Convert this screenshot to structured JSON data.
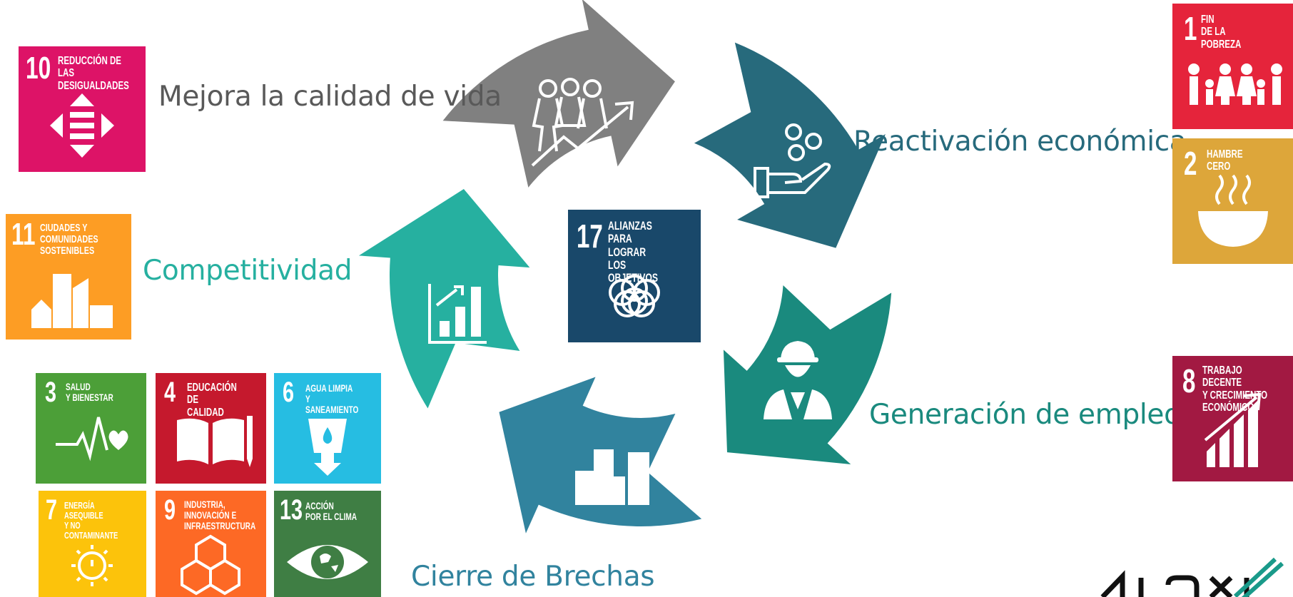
{
  "cycle_labels": {
    "quality_of_life": "Mejora la calidad de vida",
    "economic_reactivation": "Reactivación económica",
    "employment": "Generación de empleo",
    "gap_closure": "Cierre de Brechas",
    "competitiveness": "Competitividad"
  },
  "center_tile": {
    "number": "17",
    "title": "ALIANZAS PARA\nLOGRAR\nLOS OBJETIVOS",
    "color": "#19486A"
  },
  "sdg_tiles": {
    "t1": {
      "number": "1",
      "title": "FIN\nDE LA POBREZA",
      "color": "#E5243B"
    },
    "t2": {
      "number": "2",
      "title": "HAMBRE\nCERO",
      "color": "#DDA63A"
    },
    "t8": {
      "number": "8",
      "title": "TRABAJO DECENTE\nY CRECIMIENTO\nECONÓMICO",
      "color": "#A21942"
    },
    "t10": {
      "number": "10",
      "title": "REDUCCIÓN DE LAS\nDESIGUALDADES",
      "color": "#DD1367"
    },
    "t11": {
      "number": "11",
      "title": "CIUDADES Y\nCOMUNIDADES\nSOSTENIBLES",
      "color": "#FD9D24"
    },
    "t3": {
      "number": "3",
      "title": "SALUD\nY BIENESTAR",
      "color": "#4C9F38"
    },
    "t4": {
      "number": "4",
      "title": "EDUCACIÓN DE\nCALIDAD",
      "color": "#C5192D"
    },
    "t6": {
      "number": "6",
      "title": "AGUA LIMPIA\nY SANEAMIENTO",
      "color": "#26BDE2"
    },
    "t7": {
      "number": "7",
      "title": "ENERGÍA ASEQUIBLE\nY NO CONTAMINANTE",
      "color": "#FCC30B"
    },
    "t9": {
      "number": "9",
      "title": "INDUSTRIA,\nINNOVACIÓN E\nINFRAESTRUCTURA",
      "color": "#FD6925"
    },
    "t13": {
      "number": "13",
      "title": "ACCIÓN\nPOR EL CLIMA",
      "color": "#3F7E44"
    }
  },
  "arrow_colors": {
    "quality_of_life": "#808080",
    "economic_reactivation": "#276A7C",
    "employment": "#1A8A7E",
    "gap_closure": "#31839E",
    "competitiveness": "#26B0A0"
  },
  "label_colors": {
    "quality_of_life": "#595959",
    "economic_reactivation": "#276A7C",
    "employment": "#1A8A7E",
    "gap_closure": "#31839E",
    "competitiveness": "#26B0A0"
  }
}
